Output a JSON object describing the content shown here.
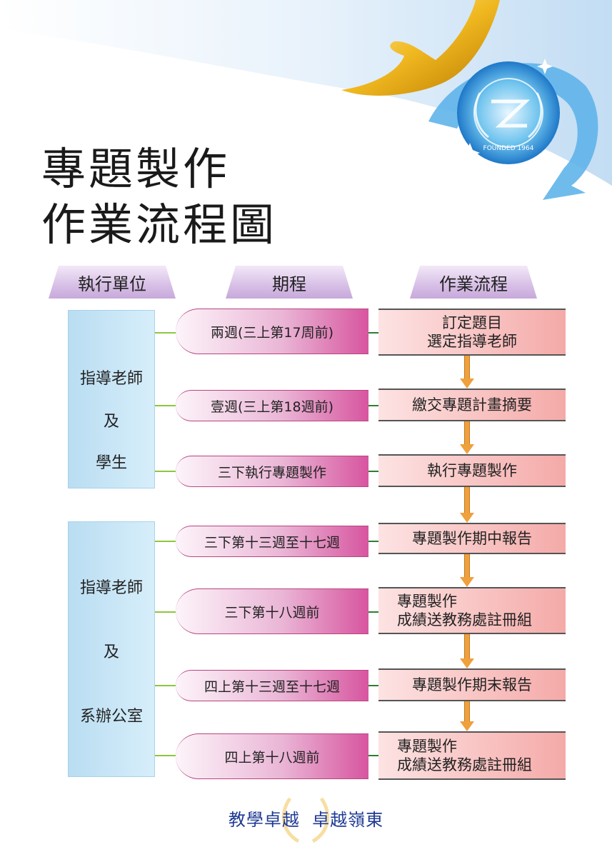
{
  "title": {
    "line1": "專題製作",
    "line2": "作業流程圖"
  },
  "headers": {
    "unit": "執行單位",
    "period": "期程",
    "process": "作業流程"
  },
  "units": [
    {
      "lines": [
        "指導老師",
        "及",
        "學生"
      ]
    },
    {
      "lines": [
        "指導老師",
        "及",
        "系辦公室"
      ]
    }
  ],
  "rows": [
    {
      "period": "兩週(三上第17周前)",
      "step": [
        "訂定題目",
        "選定指導老師"
      ]
    },
    {
      "period": "壹週(三上第18週前)",
      "step": [
        "繳交專題計畫摘要"
      ]
    },
    {
      "period": "三下執行專題製作",
      "step": [
        "執行專題製作"
      ]
    },
    {
      "period": "三下第十三週至十七週",
      "step": [
        "專題製作期中報告"
      ]
    },
    {
      "period": "三下第十八週前",
      "step": [
        "專題製作",
        "成績送教務處註冊組"
      ]
    },
    {
      "period": "四上第十三週至十七週",
      "step": [
        "專題製作期末報告"
      ]
    },
    {
      "period": "四上第十八週前",
      "step": [
        "專題製作",
        "成績送教務處註冊組"
      ]
    }
  ],
  "footer": "教學卓越  卓越嶺東",
  "logo": {
    "text": "FOUNDED 1964"
  },
  "colors": {
    "unit_fill": "#b9ddf2",
    "period_fill": "#d7559f",
    "step_fill": "#f4aaa8",
    "arrow": "#f0a03c",
    "connector": "#8dc63f",
    "header_fill": "#d7bfe6"
  }
}
